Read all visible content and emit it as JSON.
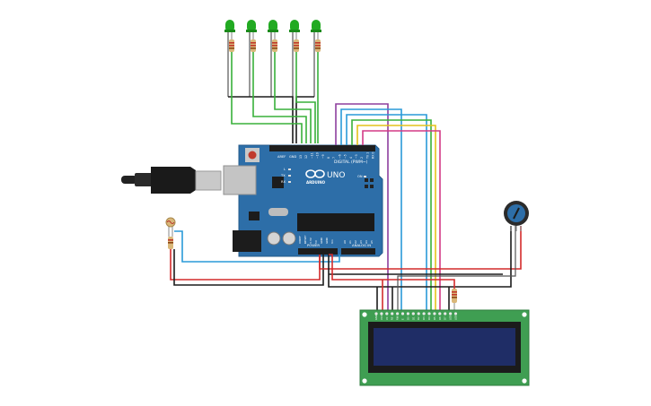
{
  "board": {
    "brand": "ARDUINO",
    "model": "UNO",
    "digital_header": "DIGITAL (PWM~)",
    "power_header": "POWER",
    "analog_header": "ANALOG IN",
    "aref_label": "AREF",
    "gnd_label": "GND",
    "tx_label": "TX",
    "rx_label": "RX",
    "l_label": "L",
    "on_label": "ON",
    "digital_pins": [
      "13",
      "12",
      "~11",
      "~10",
      "~9",
      "8",
      "7",
      "~6",
      "~5",
      "4",
      "~3",
      "2",
      "TX 1",
      "RX 0"
    ],
    "power_pins": [
      "IOREF",
      "RESET",
      "3.3V",
      "5V",
      "GND",
      "GND",
      "Vin"
    ],
    "analog_pins": [
      "A0",
      "A1",
      "A2",
      "A3",
      "A4",
      "A5"
    ]
  },
  "lcd": {
    "pin_labels": [
      "GND",
      "VCC",
      "V0",
      "RS",
      "RW",
      "E",
      "D0",
      "D1",
      "D2",
      "D3",
      "D4",
      "D5",
      "D6",
      "D7",
      "LED",
      "LED"
    ]
  },
  "colors": {
    "board": "#2d6ea8",
    "lcd_pcb": "#3f9e52",
    "lcd_screen": "#1f2d66",
    "led": "#22aa22",
    "wire_red": "#d42b2b",
    "wire_black": "#1c1c1c",
    "wire_green": "#38b03a",
    "wire_blue": "#2a9ad8",
    "wire_purple": "#8e3f9e",
    "wire_yellow": "#e4c21b",
    "wire_magenta": "#d43a86"
  }
}
